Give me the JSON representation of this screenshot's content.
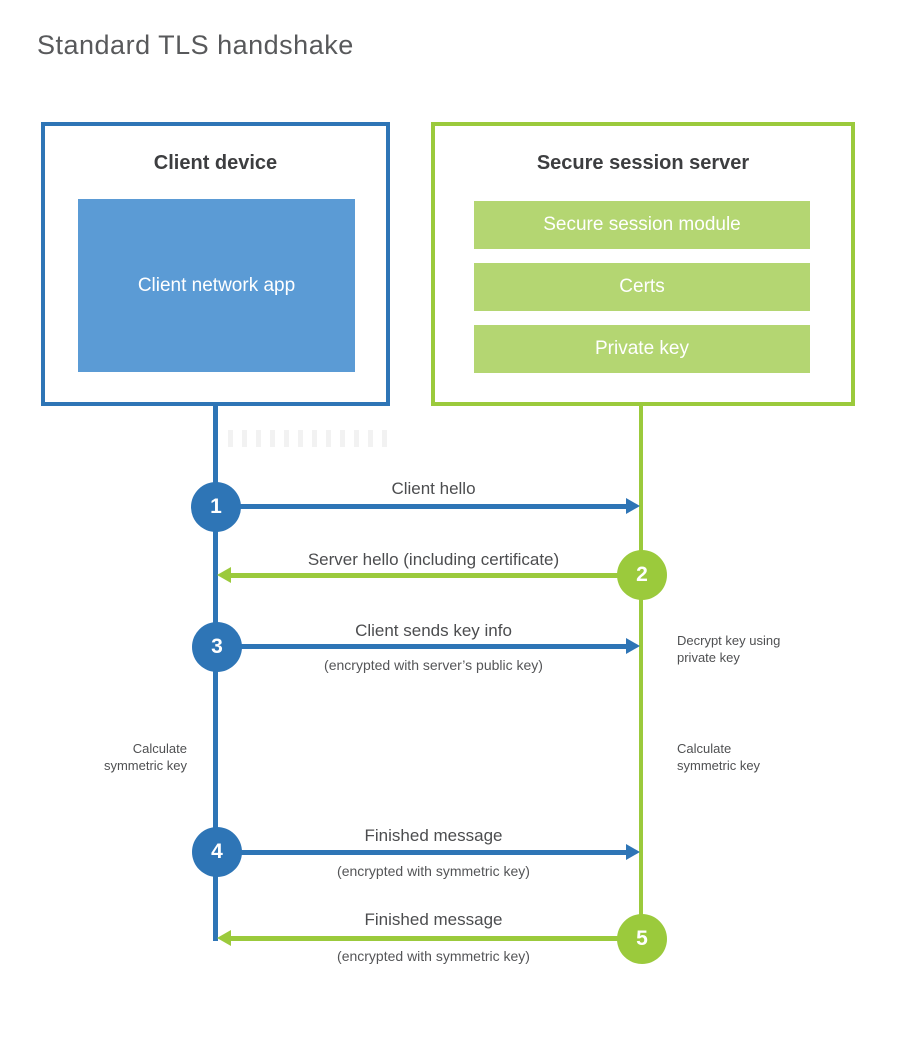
{
  "page": {
    "title": "Standard TLS handshake"
  },
  "colors": {
    "blue": "#2e75b6",
    "blue_fill": "#5b9bd5",
    "green": "#9bca3c",
    "green_fill": "#b4d672",
    "label_text": "#4c4d4f",
    "heading_text": "#3d3e40"
  },
  "client_box": {
    "title": "Client device",
    "app_label": "Client network app"
  },
  "server_box": {
    "title": "Secure session server",
    "modules": [
      "Secure session module",
      "Certs",
      "Private key"
    ]
  },
  "steps": [
    {
      "num": "1",
      "label": "Client hello",
      "sub": "",
      "direction": "client-to-server"
    },
    {
      "num": "2",
      "label": "Server hello (including certificate)",
      "sub": "",
      "direction": "server-to-client"
    },
    {
      "num": "3",
      "label": "Client sends key info",
      "sub": "(encrypted with server’s public key)",
      "direction": "client-to-server"
    },
    {
      "num": "4",
      "label": "Finished message",
      "sub": "(encrypted with symmetric key)",
      "direction": "client-to-server"
    },
    {
      "num": "5",
      "label": "Finished message",
      "sub": "(encrypted with symmetric key)",
      "direction": "server-to-client"
    }
  ],
  "notes": {
    "decrypt": "Decrypt key using private key",
    "calc_left": "Calculate symmetric key",
    "calc_right": "Calculate symmetric key"
  }
}
